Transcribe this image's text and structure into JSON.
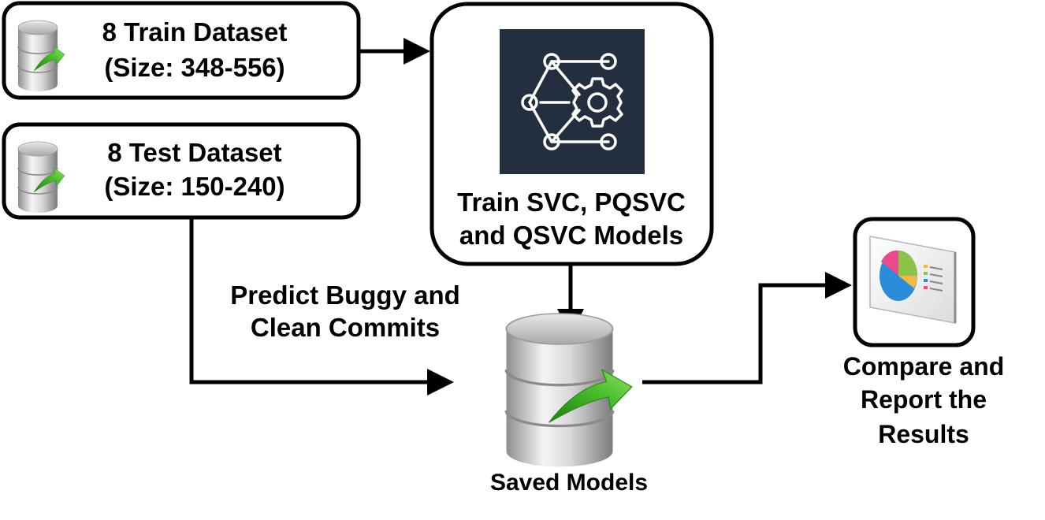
{
  "train_box": {
    "line1": "8 Train Dataset",
    "line2": "(Size: 348-556)",
    "icon": "database-icon"
  },
  "test_box": {
    "line1": "8 Test Dataset",
    "line2": "(Size: 150-240)",
    "icon": "database-icon"
  },
  "model_box": {
    "line1": "Train SVC, PQSVC",
    "line2": "and QSVC Models",
    "icon": "ml-network-gear-icon",
    "icon_bg": "#232f3e"
  },
  "predict_label": {
    "line1": "Predict Buggy and",
    "line2": "Clean Commits"
  },
  "saved_models": {
    "label": "Saved Models",
    "icon": "database-icon"
  },
  "report": {
    "line1": "Compare and",
    "line2": "Report the",
    "line3": "Results",
    "icon": "pie-chart-report-icon"
  },
  "colors": {
    "stroke": "#000000",
    "arrow_green": "#3fae2a",
    "icon_dark": "#232f3e"
  }
}
